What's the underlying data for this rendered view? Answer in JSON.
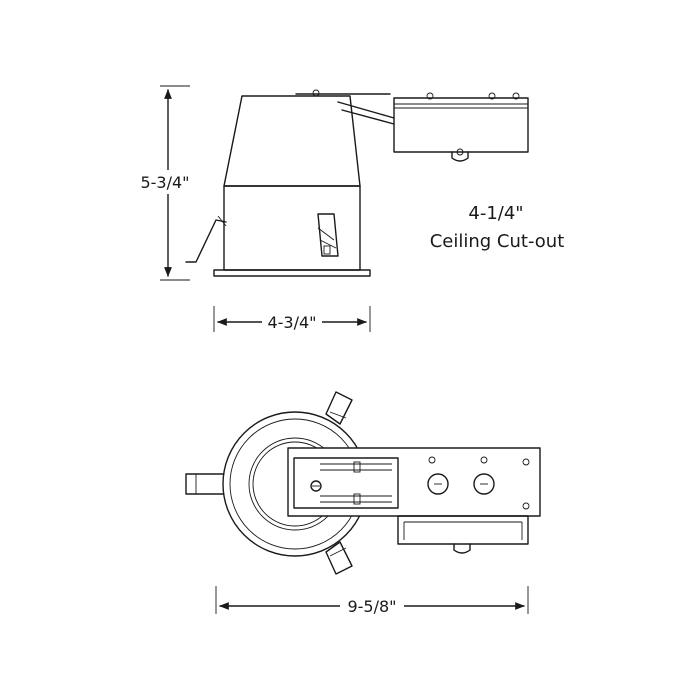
{
  "colors": {
    "ink": "#1a1a1a",
    "background": "#ffffff"
  },
  "dimensions": {
    "height": "5-3/4\"",
    "width": "4-3/4\"",
    "length": "9-5/8\""
  },
  "cutout": {
    "size": "4-1/4\"",
    "label": "Ceiling Cut-out"
  }
}
